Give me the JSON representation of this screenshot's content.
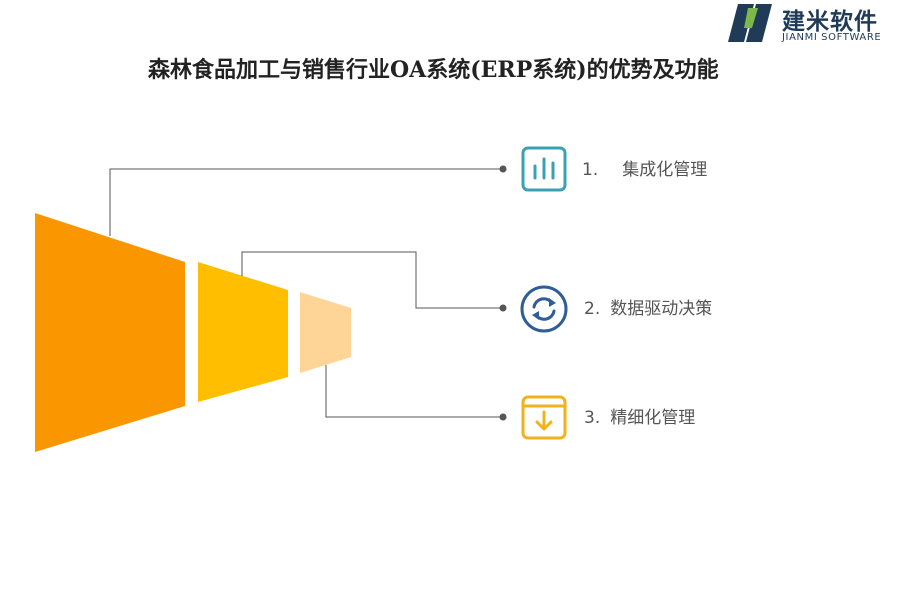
{
  "logo": {
    "name_cn": "建米软件",
    "name_en": "JIANMI SOFTWARE"
  },
  "title": "森林食品加工与销售行业OA系统(ERP系统)的优势及功能",
  "items": [
    {
      "number": "1.",
      "label": "集成化管理",
      "icon": "bar-chart-icon",
      "color": "#3aa1b5"
    },
    {
      "number": "2.",
      "label": "数据驱动决策",
      "icon": "refresh-icon",
      "color": "#2f5d95"
    },
    {
      "number": "3.",
      "label": "精细化管理",
      "icon": "download-box-icon",
      "color": "#f2b21a"
    }
  ],
  "funnel_colors": [
    "#fa9700",
    "#ffbf00",
    "#ffd497"
  ]
}
